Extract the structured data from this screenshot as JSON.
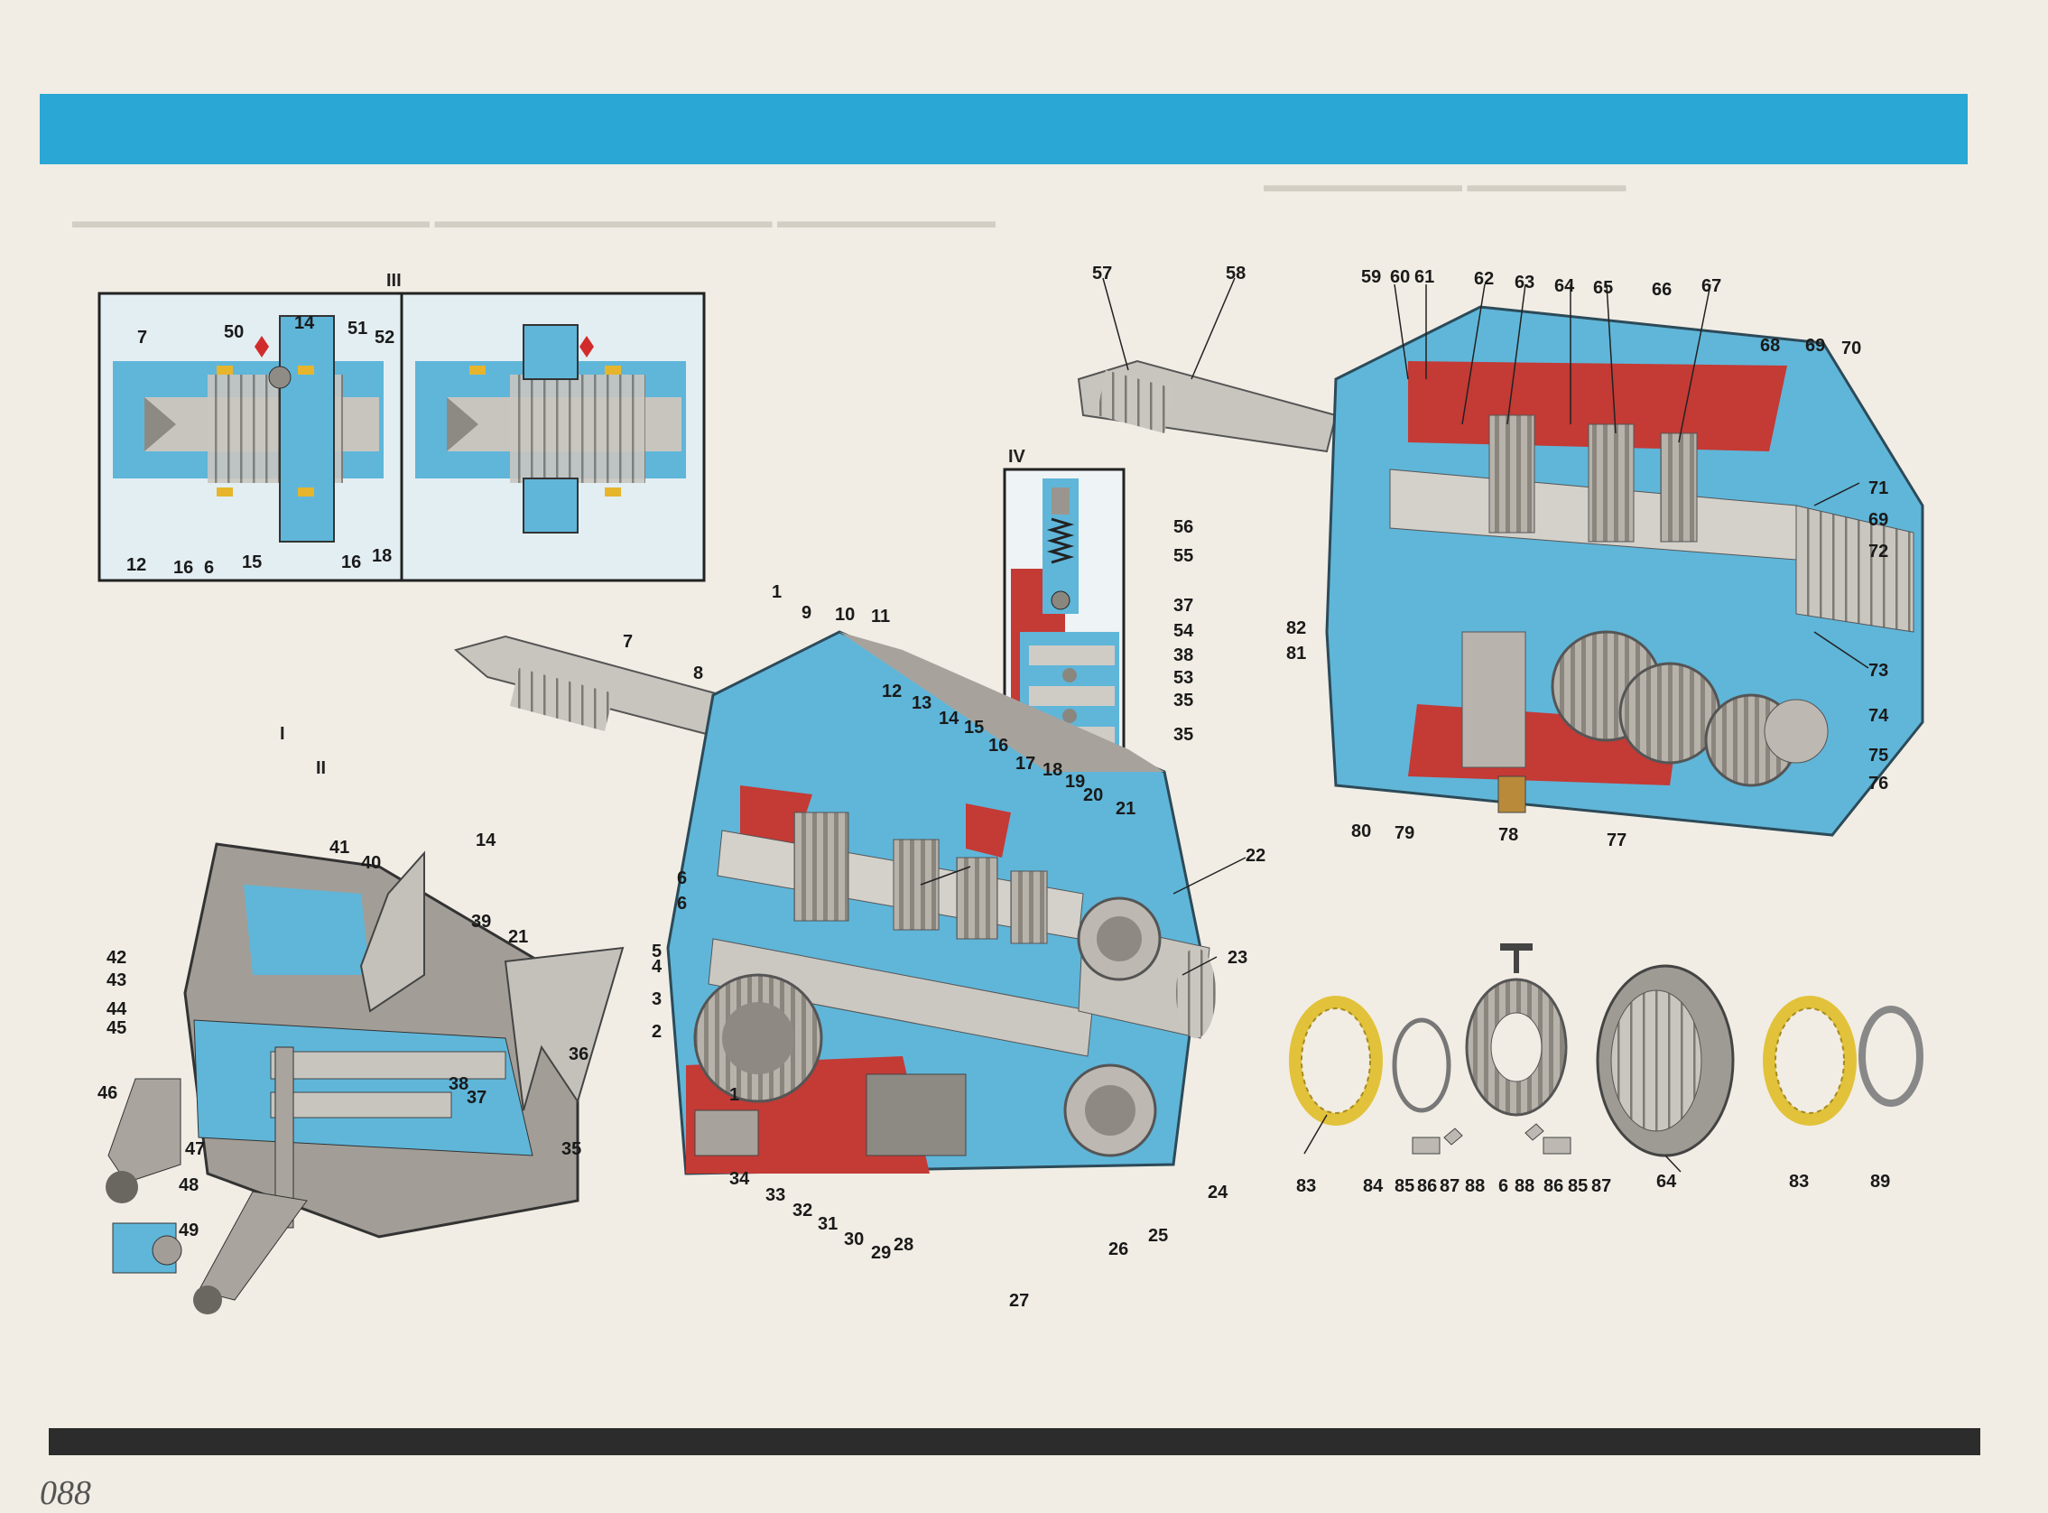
{
  "insets": {
    "I": "I",
    "II": "II",
    "III": "III",
    "IV": "IV"
  },
  "callouts": {
    "inset3": [
      "7",
      "50",
      "14",
      "51",
      "52",
      "12",
      "16",
      "6",
      "15",
      "16",
      "18"
    ],
    "top": [
      "57",
      "58",
      "59",
      "60",
      "61",
      "62",
      "63",
      "64",
      "65",
      "66",
      "67",
      "68",
      "69",
      "70"
    ],
    "right": [
      "71",
      "69",
      "72",
      "73",
      "74",
      "75",
      "76"
    ],
    "ur_left": [
      "82",
      "81"
    ],
    "ur_bottom": [
      "80",
      "79",
      "78",
      "77"
    ],
    "inset4": [
      "56",
      "55",
      "37",
      "54",
      "38",
      "53",
      "35",
      "35"
    ],
    "main": [
      "1",
      "7",
      "8",
      "9",
      "10",
      "11",
      "12",
      "13",
      "14",
      "15",
      "16",
      "17",
      "18",
      "19",
      "20",
      "21",
      "22",
      "23",
      "24",
      "25",
      "26",
      "27",
      "28",
      "29",
      "30",
      "31",
      "32",
      "33",
      "34",
      "1",
      "2",
      "3",
      "4",
      "5",
      "6",
      "6"
    ],
    "inset2": [
      "14",
      "41",
      "40",
      "39",
      "21",
      "42",
      "43",
      "44",
      "45",
      "36",
      "38",
      "37",
      "46",
      "47",
      "35",
      "48",
      "49"
    ],
    "exploded": [
      "83",
      "84",
      "85",
      "86",
      "87",
      "88",
      "6",
      "88",
      "86",
      "85",
      "87",
      "64",
      "83",
      "89"
    ]
  },
  "page_mark": "088",
  "colors": {
    "top_band": "#2aa7d4",
    "bottom_band": "#2c2c2c",
    "housing_blue": "#5fb6d9",
    "oil_red": "#c43a35",
    "sync_ring_gold": "#e2c23a"
  }
}
